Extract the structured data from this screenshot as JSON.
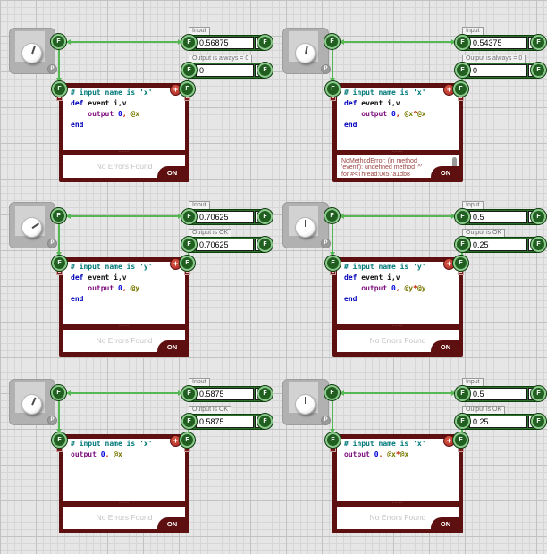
{
  "app": {
    "f_label": "F",
    "p_label": "P",
    "plus_label": "+",
    "on_label": "ON",
    "no_errors_text": "No Errors Found",
    "wire_color": "#55b855",
    "block_color": "#5e0f0f",
    "connector_color": "#215f21"
  },
  "units": [
    {
      "id": "top-left",
      "col": 0,
      "row": 0,
      "knob": {
        "angle_deg": 18.6
      },
      "input": {
        "label": "Input",
        "value": "0.56875"
      },
      "output": {
        "label": "Output is always = 0",
        "value": "0"
      },
      "code": {
        "lines": [
          [
            {
              "t": "# input name is 'x'",
              "c": "comment"
            }
          ],
          [
            {
              "t": "def",
              "c": "kw"
            },
            {
              "t": " event i,v",
              "c": "plain"
            }
          ],
          [
            {
              "t": "    ",
              "c": "plain"
            },
            {
              "t": "output",
              "c": "meth"
            },
            {
              "t": " ",
              "c": "plain"
            },
            {
              "t": "0",
              "c": "num"
            },
            {
              "t": ",",
              "c": "punc"
            },
            {
              "t": " ",
              "c": "plain"
            },
            {
              "t": "@x",
              "c": "ivar"
            }
          ],
          [
            {
              "t": "end",
              "c": "kw"
            }
          ]
        ]
      },
      "status": {
        "type": "ok",
        "text": "No Errors Found"
      }
    },
    {
      "id": "top-right",
      "col": 1,
      "row": 0,
      "knob": {
        "angle_deg": 11.8
      },
      "input": {
        "label": "Input",
        "value": "0.54375"
      },
      "output": {
        "label": "Output is always = 0",
        "value": "0"
      },
      "code": {
        "lines": [
          [
            {
              "t": "# input name is 'x'",
              "c": "comment"
            }
          ],
          [
            {
              "t": "def",
              "c": "kw"
            },
            {
              "t": " event i,v",
              "c": "plain"
            }
          ],
          [
            {
              "t": "    ",
              "c": "plain"
            },
            {
              "t": "output",
              "c": "meth"
            },
            {
              "t": " ",
              "c": "plain"
            },
            {
              "t": "0",
              "c": "num"
            },
            {
              "t": ",",
              "c": "punc"
            },
            {
              "t": " ",
              "c": "plain"
            },
            {
              "t": "@x",
              "c": "ivar"
            },
            {
              "t": "^",
              "c": "op"
            },
            {
              "t": "@x",
              "c": "ivar"
            }
          ],
          [
            {
              "t": "end",
              "c": "kw"
            }
          ]
        ]
      },
      "status": {
        "type": "error",
        "lines": [
          "NoMethodError: (in method",
          "'event'): undefined method '^'",
          "for #<Thread:0x57a1db8"
        ],
        "has_scrollbar": true
      }
    },
    {
      "id": "middle-left",
      "col": 0,
      "row": 1,
      "knob": {
        "angle_deg": 55.7
      },
      "input": {
        "label": "Input",
        "value": "0.70625"
      },
      "output": {
        "label": "Output is OK",
        "value": "0.70625"
      },
      "code": {
        "lines": [
          [
            {
              "t": "# input name is 'y'",
              "c": "comment"
            }
          ],
          [
            {
              "t": "def",
              "c": "kw"
            },
            {
              "t": " event i,v",
              "c": "plain"
            }
          ],
          [
            {
              "t": "    ",
              "c": "plain"
            },
            {
              "t": "output",
              "c": "meth"
            },
            {
              "t": " ",
              "c": "plain"
            },
            {
              "t": "0",
              "c": "num"
            },
            {
              "t": ",",
              "c": "punc"
            },
            {
              "t": " ",
              "c": "plain"
            },
            {
              "t": "@y",
              "c": "ivar"
            }
          ],
          [
            {
              "t": "end",
              "c": "kw"
            }
          ]
        ]
      },
      "status": {
        "type": "ok",
        "text": "No Errors Found"
      }
    },
    {
      "id": "middle-right",
      "col": 1,
      "row": 1,
      "knob": {
        "angle_deg": 0
      },
      "input": {
        "label": "Input",
        "value": "0.5"
      },
      "output": {
        "label": "Output is OK",
        "value": "0.25"
      },
      "code": {
        "lines": [
          [
            {
              "t": "# input name is 'y'",
              "c": "comment"
            }
          ],
          [
            {
              "t": "def",
              "c": "kw"
            },
            {
              "t": " event i,v",
              "c": "plain"
            }
          ],
          [
            {
              "t": "    ",
              "c": "plain"
            },
            {
              "t": "output",
              "c": "meth"
            },
            {
              "t": " ",
              "c": "plain"
            },
            {
              "t": "0",
              "c": "num"
            },
            {
              "t": ",",
              "c": "punc"
            },
            {
              "t": " ",
              "c": "plain"
            },
            {
              "t": "@y",
              "c": "ivar"
            },
            {
              "t": "*",
              "c": "op"
            },
            {
              "t": "@y",
              "c": "ivar"
            }
          ],
          [
            {
              "t": "end",
              "c": "kw"
            }
          ]
        ]
      },
      "status": {
        "type": "ok",
        "text": "No Errors Found"
      }
    },
    {
      "id": "bottom-left",
      "col": 0,
      "row": 2,
      "knob": {
        "angle_deg": 23.6
      },
      "input": {
        "label": "Input",
        "value": "0.5875"
      },
      "output": {
        "label": "Output is OK",
        "value": "0.5875"
      },
      "code": {
        "lines": [
          [
            {
              "t": "# input name is 'x'",
              "c": "comment"
            }
          ],
          [
            {
              "t": "output",
              "c": "meth"
            },
            {
              "t": " ",
              "c": "plain"
            },
            {
              "t": "0",
              "c": "num"
            },
            {
              "t": ",",
              "c": "punc"
            },
            {
              "t": " ",
              "c": "plain"
            },
            {
              "t": "@x",
              "c": "ivar"
            }
          ]
        ]
      },
      "status": {
        "type": "ok",
        "text": "No Errors Found"
      }
    },
    {
      "id": "bottom-right",
      "col": 1,
      "row": 2,
      "knob": {
        "angle_deg": 0
      },
      "input": {
        "label": "Input",
        "value": "0.5"
      },
      "output": {
        "label": "Output is OK",
        "value": "0.25"
      },
      "code": {
        "lines": [
          [
            {
              "t": "# input name is 'x'",
              "c": "comment"
            }
          ],
          [
            {
              "t": "output",
              "c": "meth"
            },
            {
              "t": " ",
              "c": "plain"
            },
            {
              "t": "0",
              "c": "num"
            },
            {
              "t": ",",
              "c": "punc"
            },
            {
              "t": " ",
              "c": "plain"
            },
            {
              "t": "@x",
              "c": "ivar"
            },
            {
              "t": "*",
              "c": "op"
            },
            {
              "t": "@x",
              "c": "ivar"
            }
          ]
        ]
      },
      "status": {
        "type": "ok",
        "text": "No Errors Found"
      }
    }
  ]
}
